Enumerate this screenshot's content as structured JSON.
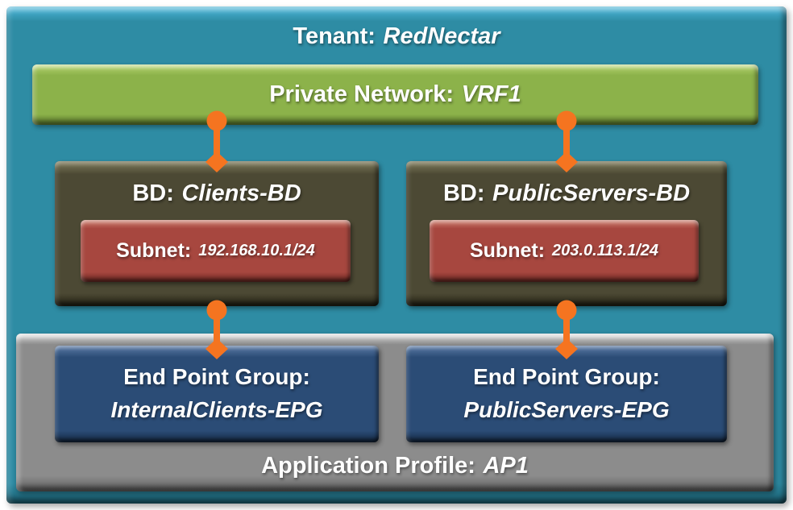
{
  "diagram": {
    "tenant": {
      "prefix": "Tenant:",
      "name": "RedNectar"
    },
    "vrf": {
      "prefix": "Private Network:",
      "name": "VRF1"
    },
    "bridge_domains": [
      {
        "prefix": "BD:",
        "name": "Clients-BD",
        "subnet": {
          "prefix": "Subnet:",
          "cidr": "192.168.10.1/24"
        }
      },
      {
        "prefix": "BD:",
        "name": "PublicServers-BD",
        "subnet": {
          "prefix": "Subnet:",
          "cidr": "203.0.113.1/24"
        }
      }
    ],
    "epgs": [
      {
        "title": "End Point Group:",
        "name": "InternalClients-EPG"
      },
      {
        "title": "End Point Group:",
        "name": "PublicServers-EPG"
      }
    ],
    "application_profile": {
      "prefix": "Application Profile:",
      "name": "AP1"
    },
    "colors": {
      "tenant_fill": "#2E8CA4",
      "vrf_fill": "#8CB24A",
      "bd_fill": "#4C4934",
      "subnet_fill": "#A7473F",
      "epg_fill": "#2B4C76",
      "app_profile_fill": "#8C8C8C",
      "connector": "#F57420",
      "text": "#FFFFFF"
    }
  }
}
